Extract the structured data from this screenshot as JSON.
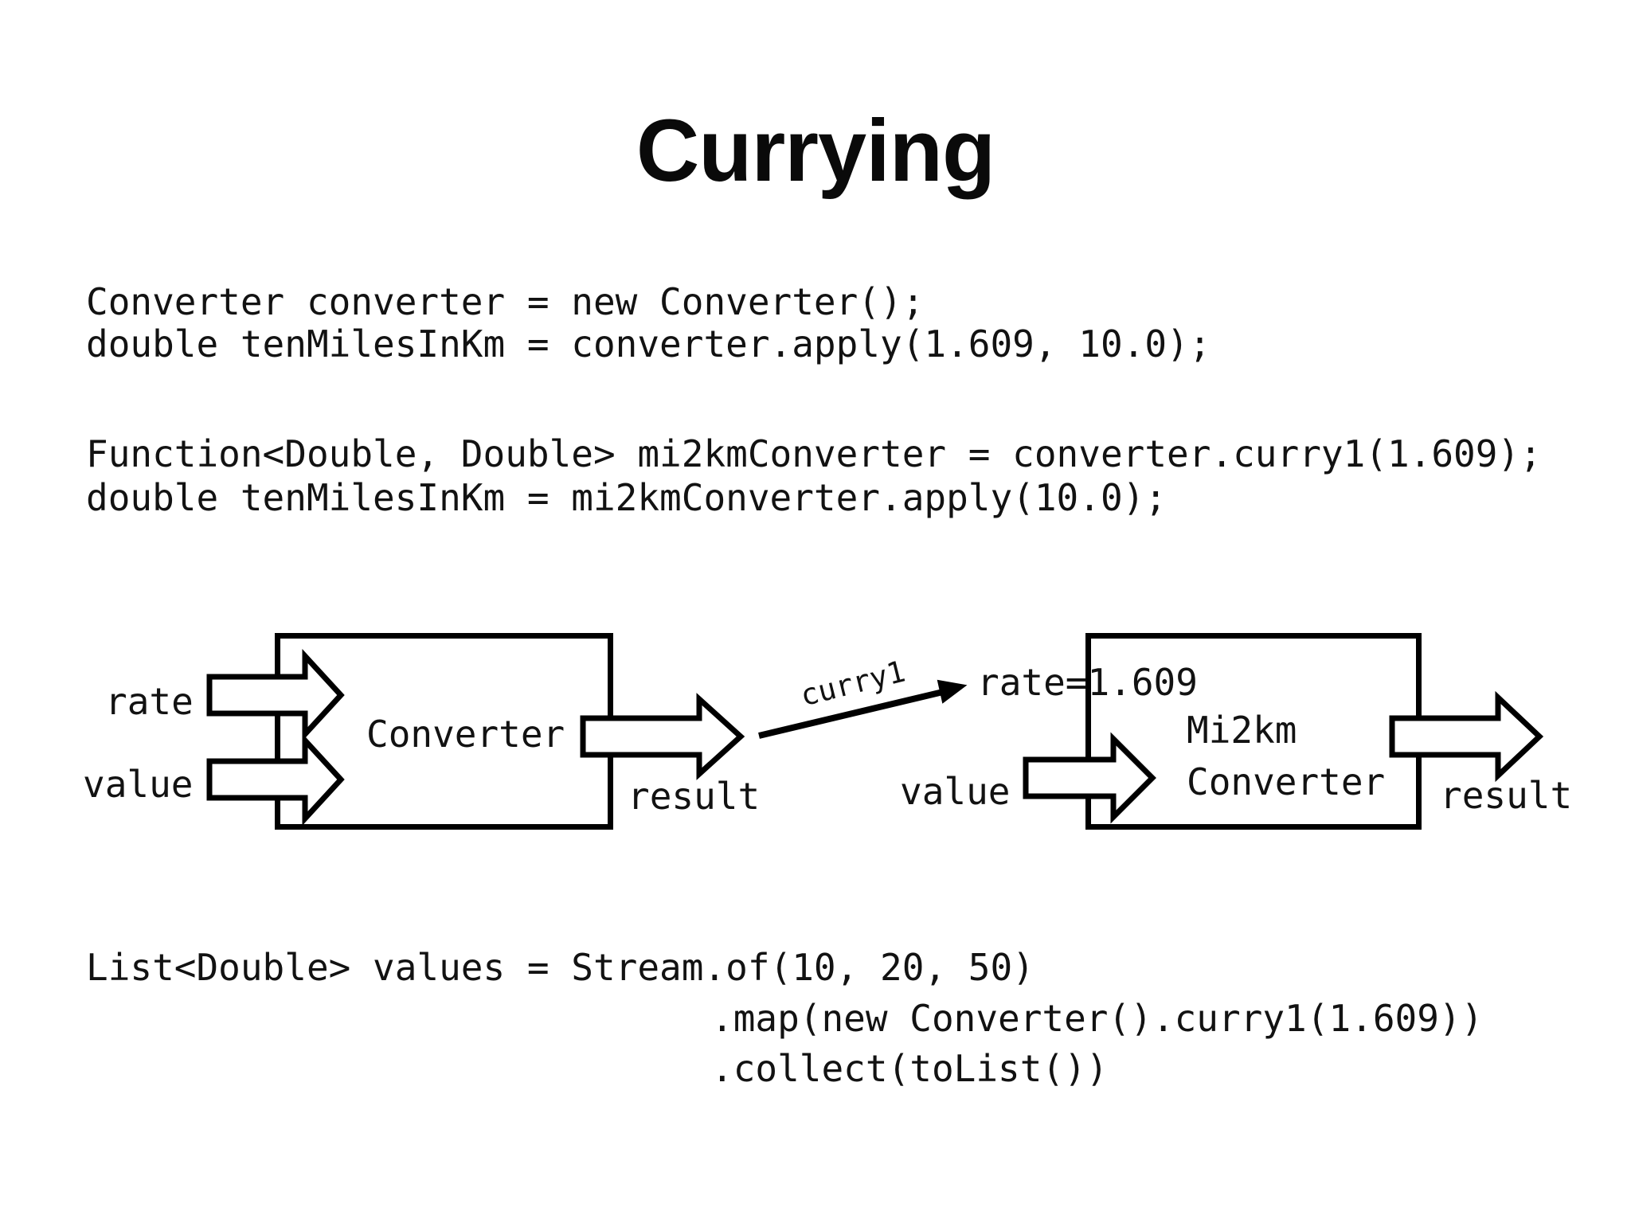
{
  "title": "Currying",
  "code_block_1": {
    "lines": [
      "Converter converter = new Converter();",
      "double tenMilesInKm = converter.apply(1.609, 10.0);"
    ]
  },
  "code_block_2": {
    "lines": [
      "Function<Double, Double> mi2kmConverter = converter.curry1(1.609);",
      "double tenMilesInKm = mi2kmConverter.apply(10.0);"
    ]
  },
  "code_block_3": {
    "lines": [
      "List<Double> values = Stream.of(10, 20, 50)",
      ".map(new Converter().curry1(1.609))",
      ".collect(toList())"
    ]
  },
  "diagram": {
    "left_box": {
      "title": "Converter",
      "inputs": [
        "rate",
        "value"
      ],
      "output": "result"
    },
    "curry_arrow_label": "curry1",
    "right_box": {
      "param": "rate=1.609",
      "title_lines": [
        "Mi2km",
        "Converter"
      ],
      "input": "value",
      "output": "result"
    },
    "colors": {
      "stroke": "#000000",
      "shape_fill": "#ffffff",
      "text": "#121212",
      "background": "#ffffff"
    }
  }
}
